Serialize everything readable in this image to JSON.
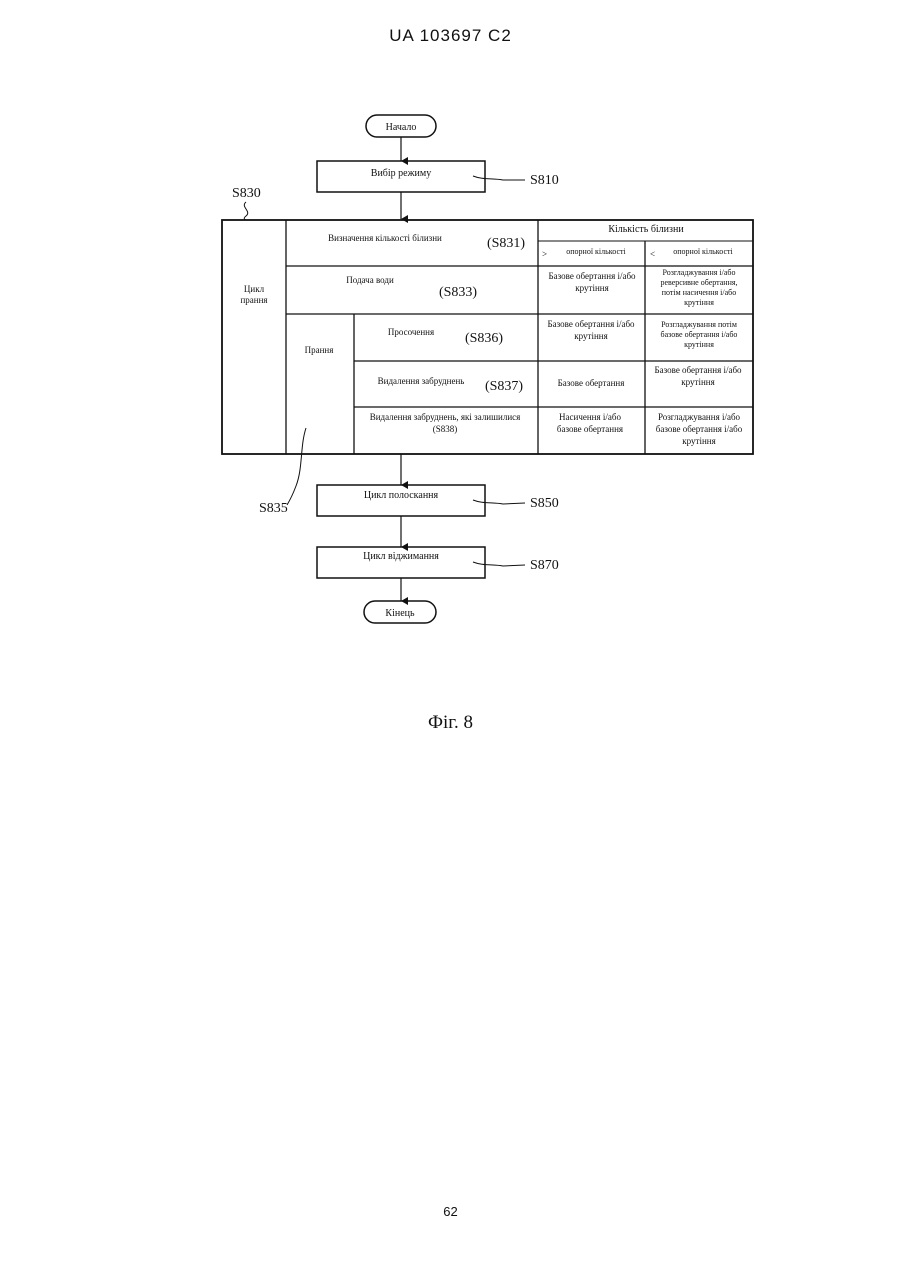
{
  "header": {
    "title": "UA   103697   C2"
  },
  "flow": {
    "start": "Начало",
    "mode_select": "Вибір режиму",
    "rinse": "Цикл полоскання",
    "spin": "Цикл віджимання",
    "end": "Кінець"
  },
  "refs": {
    "s810": "S810",
    "s830": "S830",
    "s835": "S835",
    "s850": "S850",
    "s870": "S870"
  },
  "table": {
    "wash_cycle_line1": "Цикл",
    "wash_cycle_line2": "прання",
    "washing": "Прання",
    "load_header": "Кількість білизни",
    "more_sign": ">",
    "more_label": "опорної кількості",
    "less_sign": "<",
    "less_label": "опорної кількості",
    "rows": {
      "determine": {
        "label": "Визначення кількості білизни",
        "code": "(S831)"
      },
      "water": {
        "label": "Подача води",
        "code": "(S833)",
        "more": [
          "Базове обертання і/або",
          "крутіння"
        ],
        "less": [
          "Розгладжування і/або",
          "реверсивне обертання,",
          "потім насичення і/або",
          "крутіння"
        ]
      },
      "soak": {
        "label": "Просочення",
        "code": "(S836)",
        "more": [
          "Базове обертання і/або",
          "крутіння"
        ],
        "less": [
          "Розгладжування потім",
          "базове обертання і/або",
          "крутіння"
        ]
      },
      "stain": {
        "label": "Видалення забруднень",
        "code": "(S837)",
        "more": [
          "Базове обертання"
        ],
        "less": [
          "Базове обертання і/або",
          "крутіння"
        ]
      },
      "remaining": {
        "label": "Видалення забруднень, які залишилися",
        "code": "(S838)",
        "more": [
          "Насичення і/або",
          "базове обертання"
        ],
        "less": [
          "Розгладжування і/або",
          "базове обертання і/або",
          "крутіння"
        ]
      }
    }
  },
  "figure_caption": "Фіг. 8",
  "page_number": "62"
}
